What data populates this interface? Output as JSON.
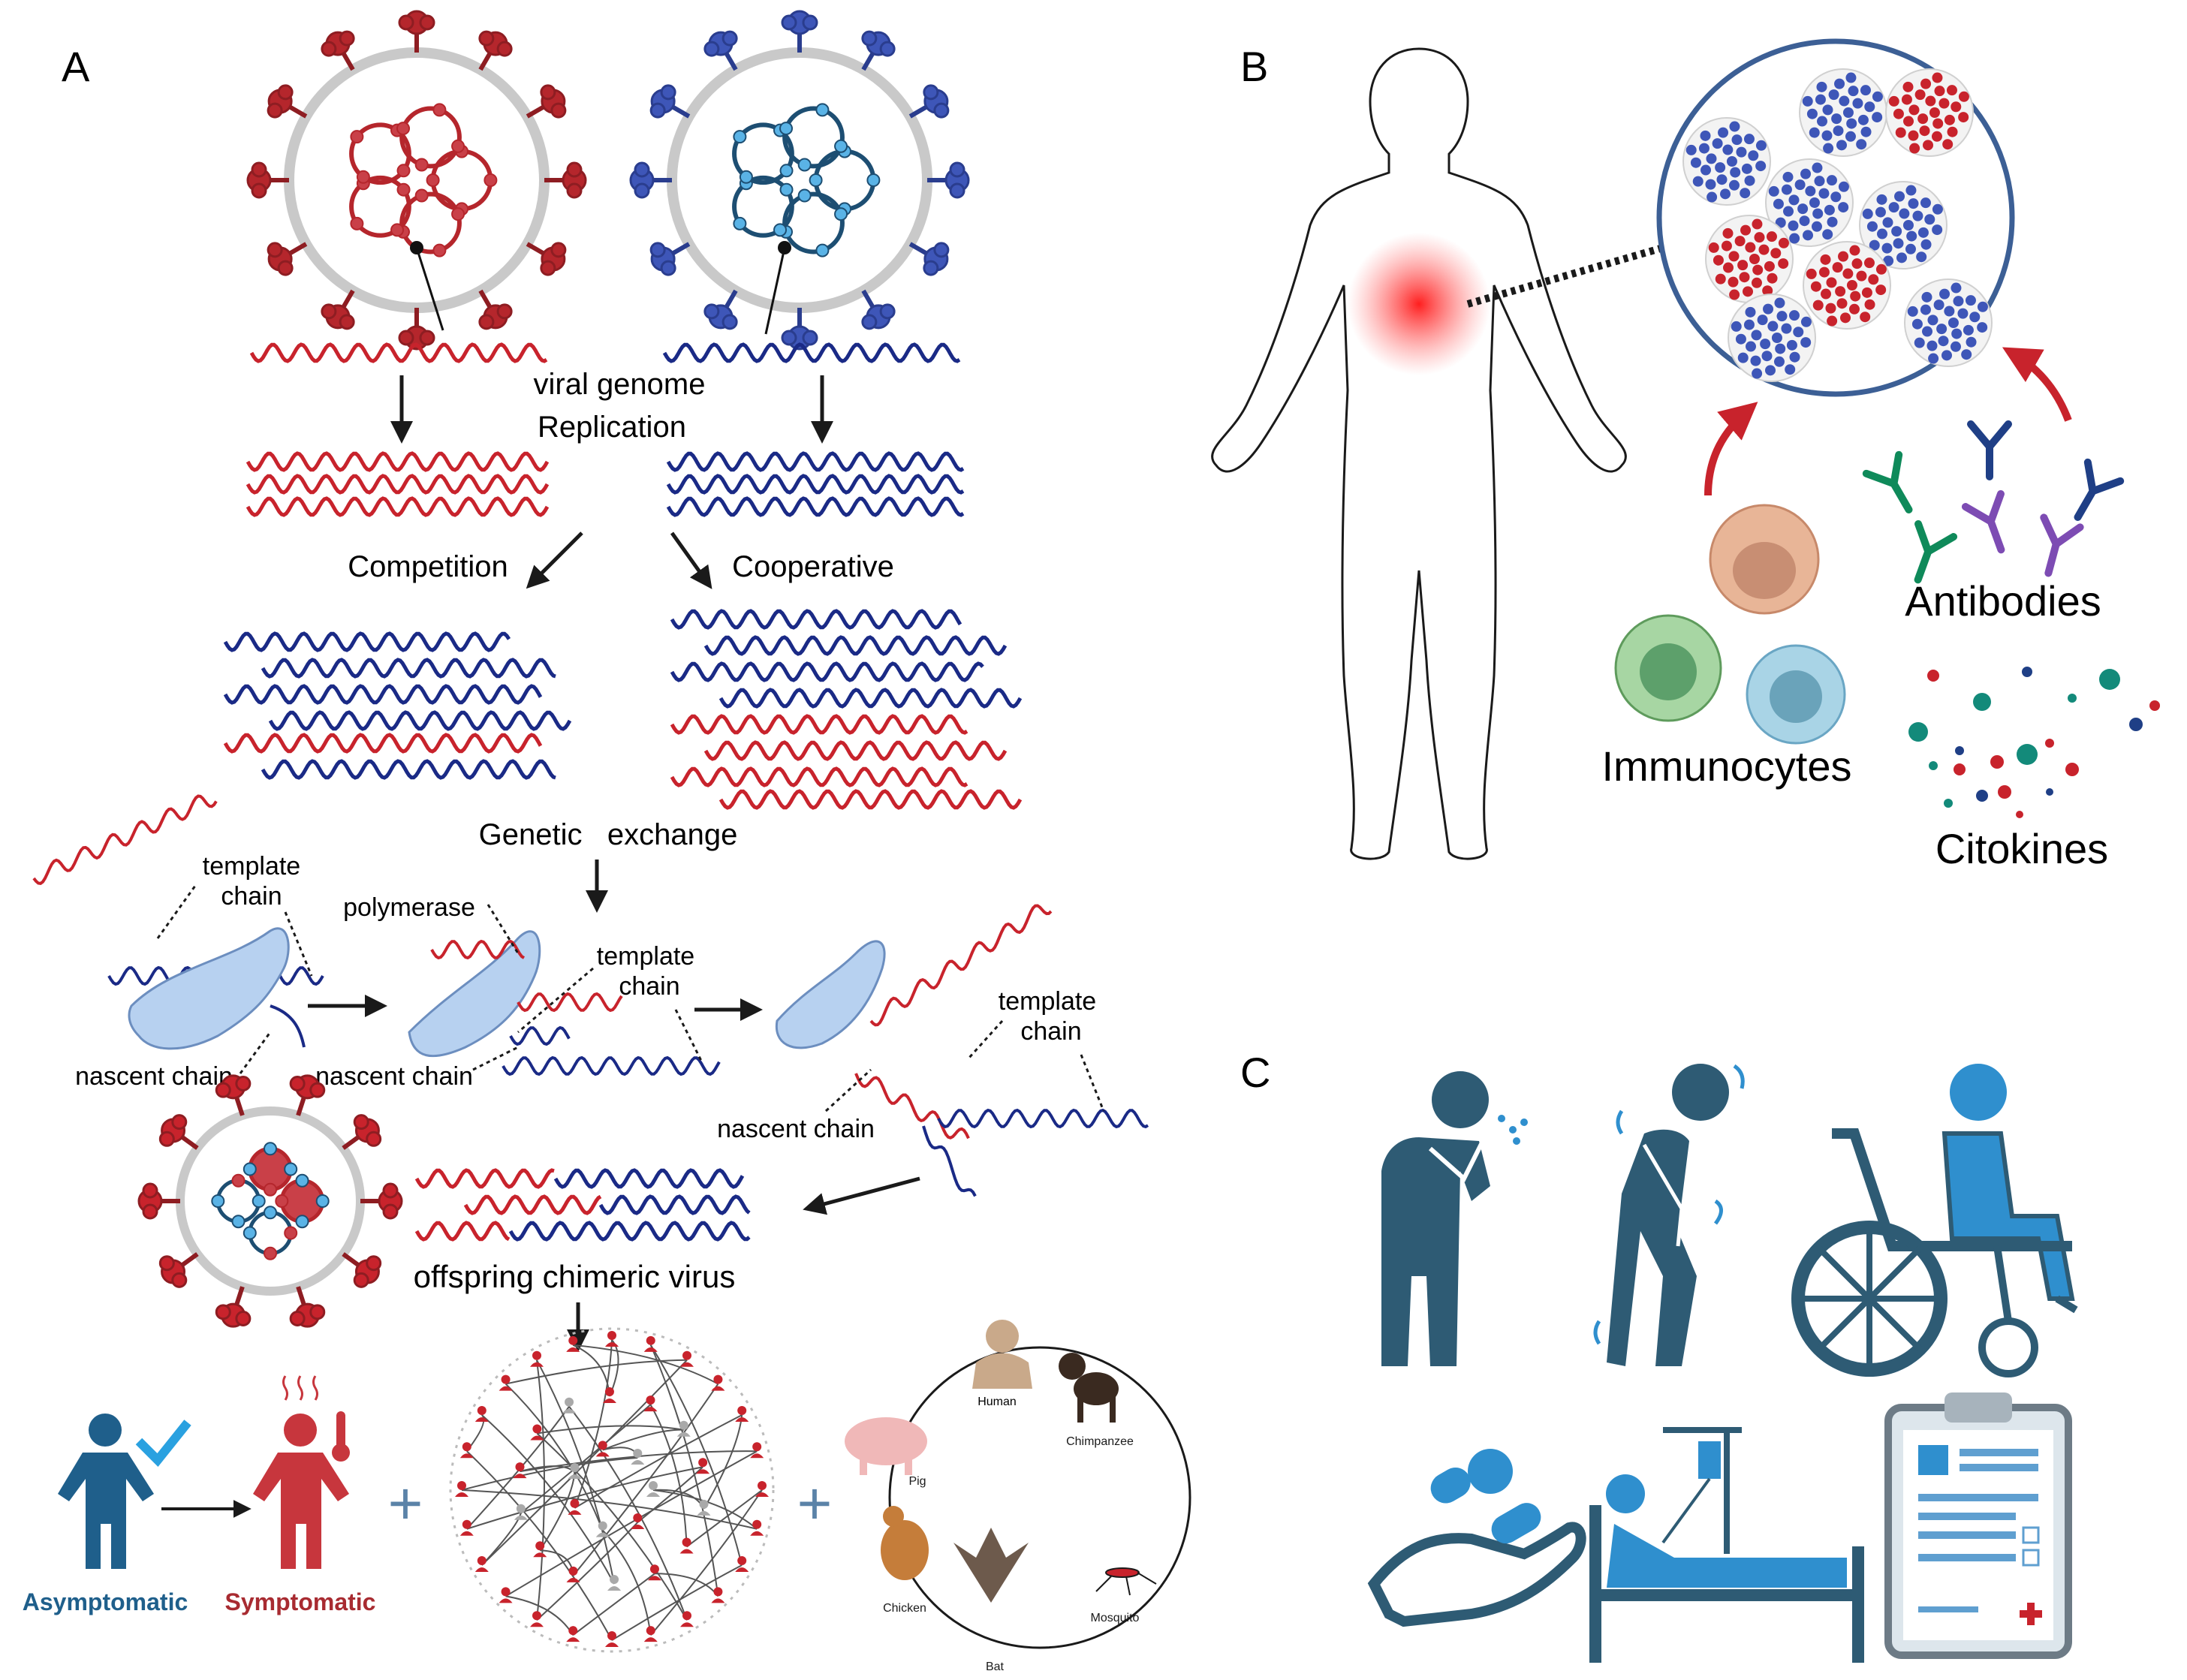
{
  "panels": {
    "a": {
      "letter": "A"
    },
    "b": {
      "letter": "B"
    },
    "c": {
      "letter": "C"
    }
  },
  "panel_a": {
    "viral_genome": "viral genome",
    "replication": "Replication",
    "competition": "Competition",
    "cooperative": "Cooperative",
    "genetic_exchange": "Genetic   exchange",
    "template_chain_1": [
      "template",
      "chain"
    ],
    "template_chain_2": [
      "template",
      "chain"
    ],
    "template_chain_3": [
      "template",
      "chain"
    ],
    "polymerase": "polymerase",
    "nascent_chain_1": "nascent chain",
    "nascent_chain_2": "nascent chain",
    "nascent_chain_3": "nascent chain",
    "offspring": "offspring chimeric virus",
    "asymptomatic": "Asymptomatic",
    "symptomatic": "Symptomatic",
    "hosts": {
      "human": "Human",
      "chimpanzee": "Chimpanzee",
      "pig": "Pig",
      "chicken": "Chicken",
      "bat": "Bat",
      "mosquito": "Mosquito"
    }
  },
  "panel_b": {
    "antibodies": "Antibodies",
    "immunocytes": "Immunocytes",
    "citokines": "Citokines"
  },
  "colors": {
    "red_strand": "#c8232c",
    "blue_strand": "#1a2a86",
    "dark_blue_figure": "#2e5b74",
    "light_blue_figure": "#2f8fce",
    "asymptomatic": "#1f5f8b",
    "symptomatic": "#a82b31"
  }
}
